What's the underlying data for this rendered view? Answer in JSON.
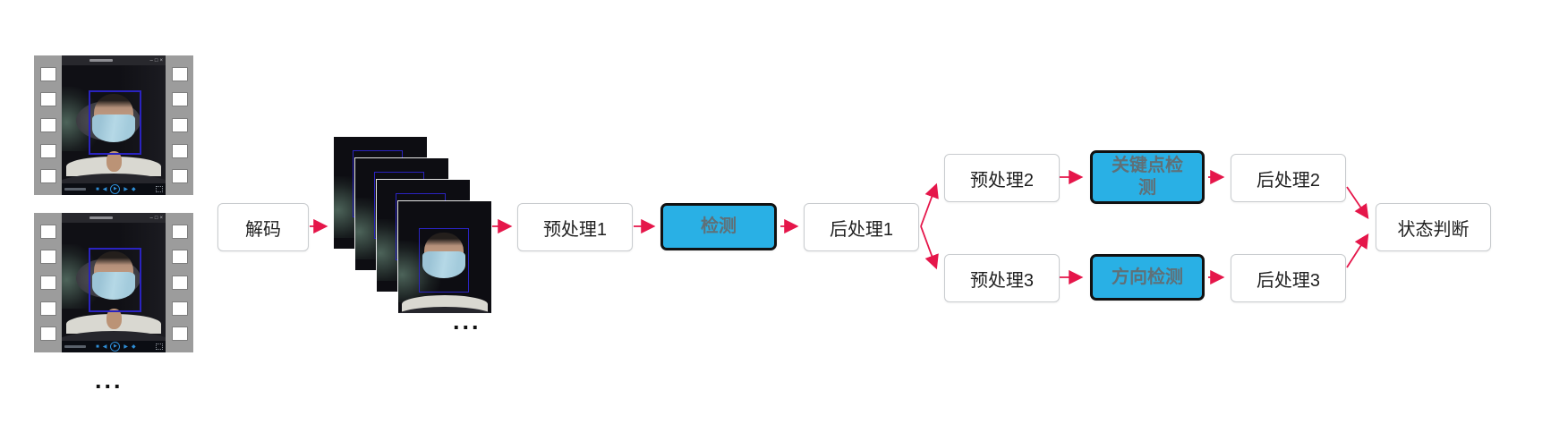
{
  "diagram": {
    "nodes": {
      "decode": {
        "label": "解码"
      },
      "preprocess1": {
        "label": "预处理1"
      },
      "detect": {
        "label": "检测"
      },
      "postprocess1": {
        "label": "后处理1"
      },
      "preprocess2": {
        "label": "预处理2"
      },
      "keypoint_detect": {
        "label": "关键点检\n测"
      },
      "postprocess2": {
        "label": "后处理2"
      },
      "preprocess3": {
        "label": "预处理3"
      },
      "direction_detect": {
        "label": "方向检测"
      },
      "postprocess3": {
        "label": "后处理3"
      },
      "status_judge": {
        "label": "状态判断"
      }
    },
    "ellipses": {
      "under_filmstrips": "...",
      "under_frames": "..."
    },
    "colors": {
      "arrow": "#e5164a",
      "highlight_fill": "#29b0e5",
      "highlight_border": "#111111",
      "highlight_text": "#5f7078",
      "box_border": "#c9cccf",
      "box_text": "#1f1f1f",
      "detection_rect": "#2a23c0"
    }
  },
  "video_player": {
    "window_control_icons": {
      "minimize": "–",
      "maximize": "□",
      "close": "×"
    },
    "player_icons": {
      "stop": "■",
      "previous_frame": "◀",
      "play": "▶",
      "next_frame": "▶",
      "volume": "◆"
    }
  }
}
